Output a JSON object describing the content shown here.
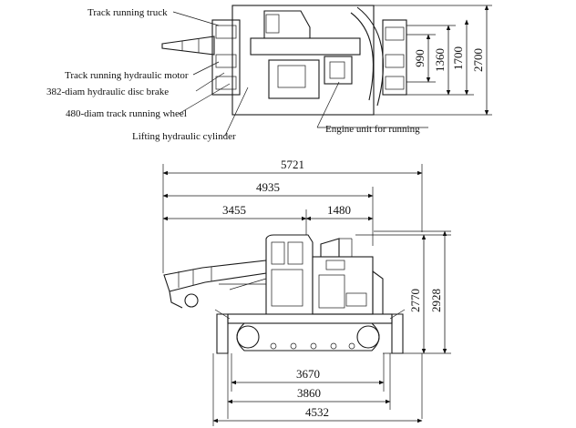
{
  "labels": {
    "track_running_truck": "Track running truck",
    "track_running_hydraulic_motor": "Track running hydraulic motor",
    "disc_brake": "382-diam hydraulic disc brake",
    "track_running_wheel": "480-diam track running wheel",
    "lifting_cylinder": "Lifting hydraulic cylinder",
    "engine_unit": "Engine unit for running"
  },
  "dimensions": {
    "top_view": {
      "d990": "990",
      "d1360": "1360",
      "d1700": "1700",
      "d2700": "2700"
    },
    "side_view": {
      "d5721": "5721",
      "d4935": "4935",
      "d3455": "3455",
      "d1480": "1480",
      "d2770": "2770",
      "d2928": "2928",
      "d3670": "3670",
      "d3860": "3860",
      "d4532": "4532"
    }
  }
}
